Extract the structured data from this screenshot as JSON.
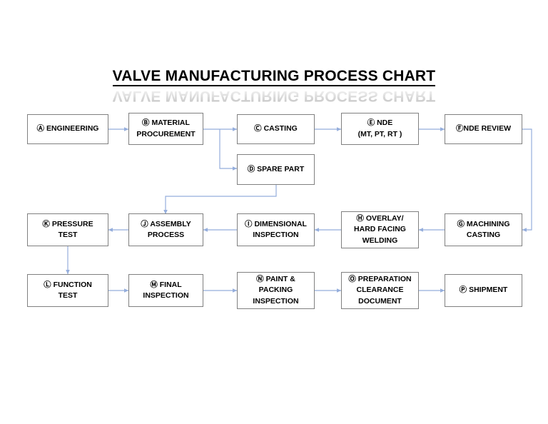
{
  "title": {
    "text": "VALVE MANUFACTURING PROCESS CHART",
    "reflection_text": "VALVE MANUFACTURING PROCESS CHART"
  },
  "colors": {
    "background": "#ffffff",
    "box_border": "#808080",
    "box_fill": "#ffffff",
    "text": "#000000",
    "connector": "#95aedc",
    "title_underline": "#000000",
    "title_reflection": "#8d8d8d"
  },
  "nodes": [
    {
      "id": "A",
      "marker": "Ⓐ",
      "label": "Ⓐ ENGINEERING",
      "row": 1,
      "col": 1
    },
    {
      "id": "B",
      "marker": "Ⓑ",
      "label": "Ⓑ MATERIAL\nPROCUREMENT",
      "row": 1,
      "col": 2
    },
    {
      "id": "C",
      "marker": "Ⓒ",
      "label": "Ⓒ CASTING",
      "row": 1,
      "col": 3
    },
    {
      "id": "D",
      "marker": "Ⓓ",
      "label": "Ⓓ SPARE PART",
      "row": 1.5,
      "col": 3
    },
    {
      "id": "E",
      "marker": "Ⓔ",
      "label": "Ⓔ NDE\n(MT, PT, RT )",
      "row": 1,
      "col": 4
    },
    {
      "id": "F",
      "marker": "Ⓕ",
      "label": "ⒻNDE REVIEW",
      "row": 1,
      "col": 5
    },
    {
      "id": "G",
      "marker": "Ⓖ",
      "label": "Ⓖ MACHINING\nCASTING",
      "row": 2,
      "col": 5
    },
    {
      "id": "H",
      "marker": "Ⓗ",
      "label": "Ⓗ OVERLAY/\nHARD FACING\nWELDING",
      "row": 2,
      "col": 4
    },
    {
      "id": "I",
      "marker": "Ⓘ",
      "label": "Ⓘ DIMENSIONAL\nINSPECTION",
      "row": 2,
      "col": 3
    },
    {
      "id": "J",
      "marker": "Ⓙ",
      "label": "Ⓙ ASSEMBLY\nPROCESS",
      "row": 2,
      "col": 2
    },
    {
      "id": "K",
      "marker": "Ⓚ",
      "label": "Ⓚ PRESSURE\nTEST",
      "row": 2,
      "col": 1
    },
    {
      "id": "L",
      "marker": "Ⓛ",
      "label": "Ⓛ FUNCTION\nTEST",
      "row": 3,
      "col": 1
    },
    {
      "id": "M",
      "marker": "Ⓜ",
      "label": "Ⓜ FINAL\nINSPECTION",
      "row": 3,
      "col": 2
    },
    {
      "id": "N",
      "marker": "Ⓝ",
      "label": "Ⓝ PAINT &\nPACKING\nINSPECTION",
      "row": 3,
      "col": 3
    },
    {
      "id": "O",
      "marker": "Ⓞ",
      "label": "Ⓞ PREPARATION\nCLEARANCE\nDOCUMENT",
      "row": 3,
      "col": 4
    },
    {
      "id": "P",
      "marker": "Ⓟ",
      "label": "Ⓟ SHIPMENT",
      "row": 3,
      "col": 5
    }
  ],
  "connections": [
    {
      "from": "A",
      "to": "B",
      "kind": "horizontal-right"
    },
    {
      "from": "B",
      "to": "C",
      "kind": "branch-right"
    },
    {
      "from": "B",
      "to": "D",
      "kind": "branch-down-right"
    },
    {
      "from": "C",
      "to": "E",
      "kind": "horizontal-right"
    },
    {
      "from": "E",
      "to": "F",
      "kind": "horizontal-right"
    },
    {
      "from": "F",
      "to": "G",
      "kind": "elbow-right-down-left"
    },
    {
      "from": "G",
      "to": "H",
      "kind": "horizontal-left"
    },
    {
      "from": "H",
      "to": "I",
      "kind": "horizontal-left"
    },
    {
      "from": "I",
      "to": "J",
      "kind": "horizontal-left"
    },
    {
      "from": "D",
      "to": "J",
      "kind": "elbow-down-left-down"
    },
    {
      "from": "J",
      "to": "K",
      "kind": "horizontal-left"
    },
    {
      "from": "K",
      "to": "L",
      "kind": "vertical-down"
    },
    {
      "from": "L",
      "to": "M",
      "kind": "horizontal-right"
    },
    {
      "from": "M",
      "to": "N",
      "kind": "horizontal-right"
    },
    {
      "from": "N",
      "to": "O",
      "kind": "horizontal-right"
    },
    {
      "from": "O",
      "to": "P",
      "kind": "horizontal-right"
    }
  ]
}
